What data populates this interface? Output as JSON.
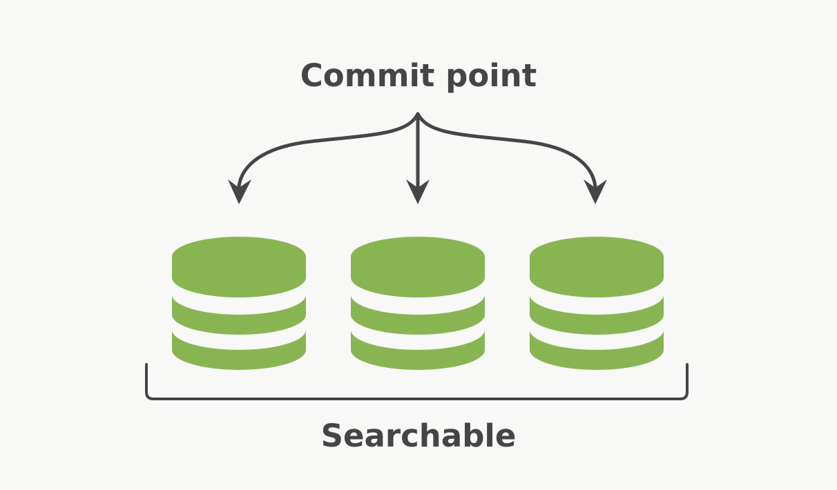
{
  "diagram": {
    "top_label": "Commit point",
    "bottom_label": "Searchable",
    "segment_count": 3,
    "colors": {
      "background": "#f8f8f7",
      "segment_fill": "#88b552",
      "stroke": "#454545",
      "text": "#454545"
    },
    "icons": [
      "database-icon",
      "database-icon",
      "database-icon"
    ]
  }
}
